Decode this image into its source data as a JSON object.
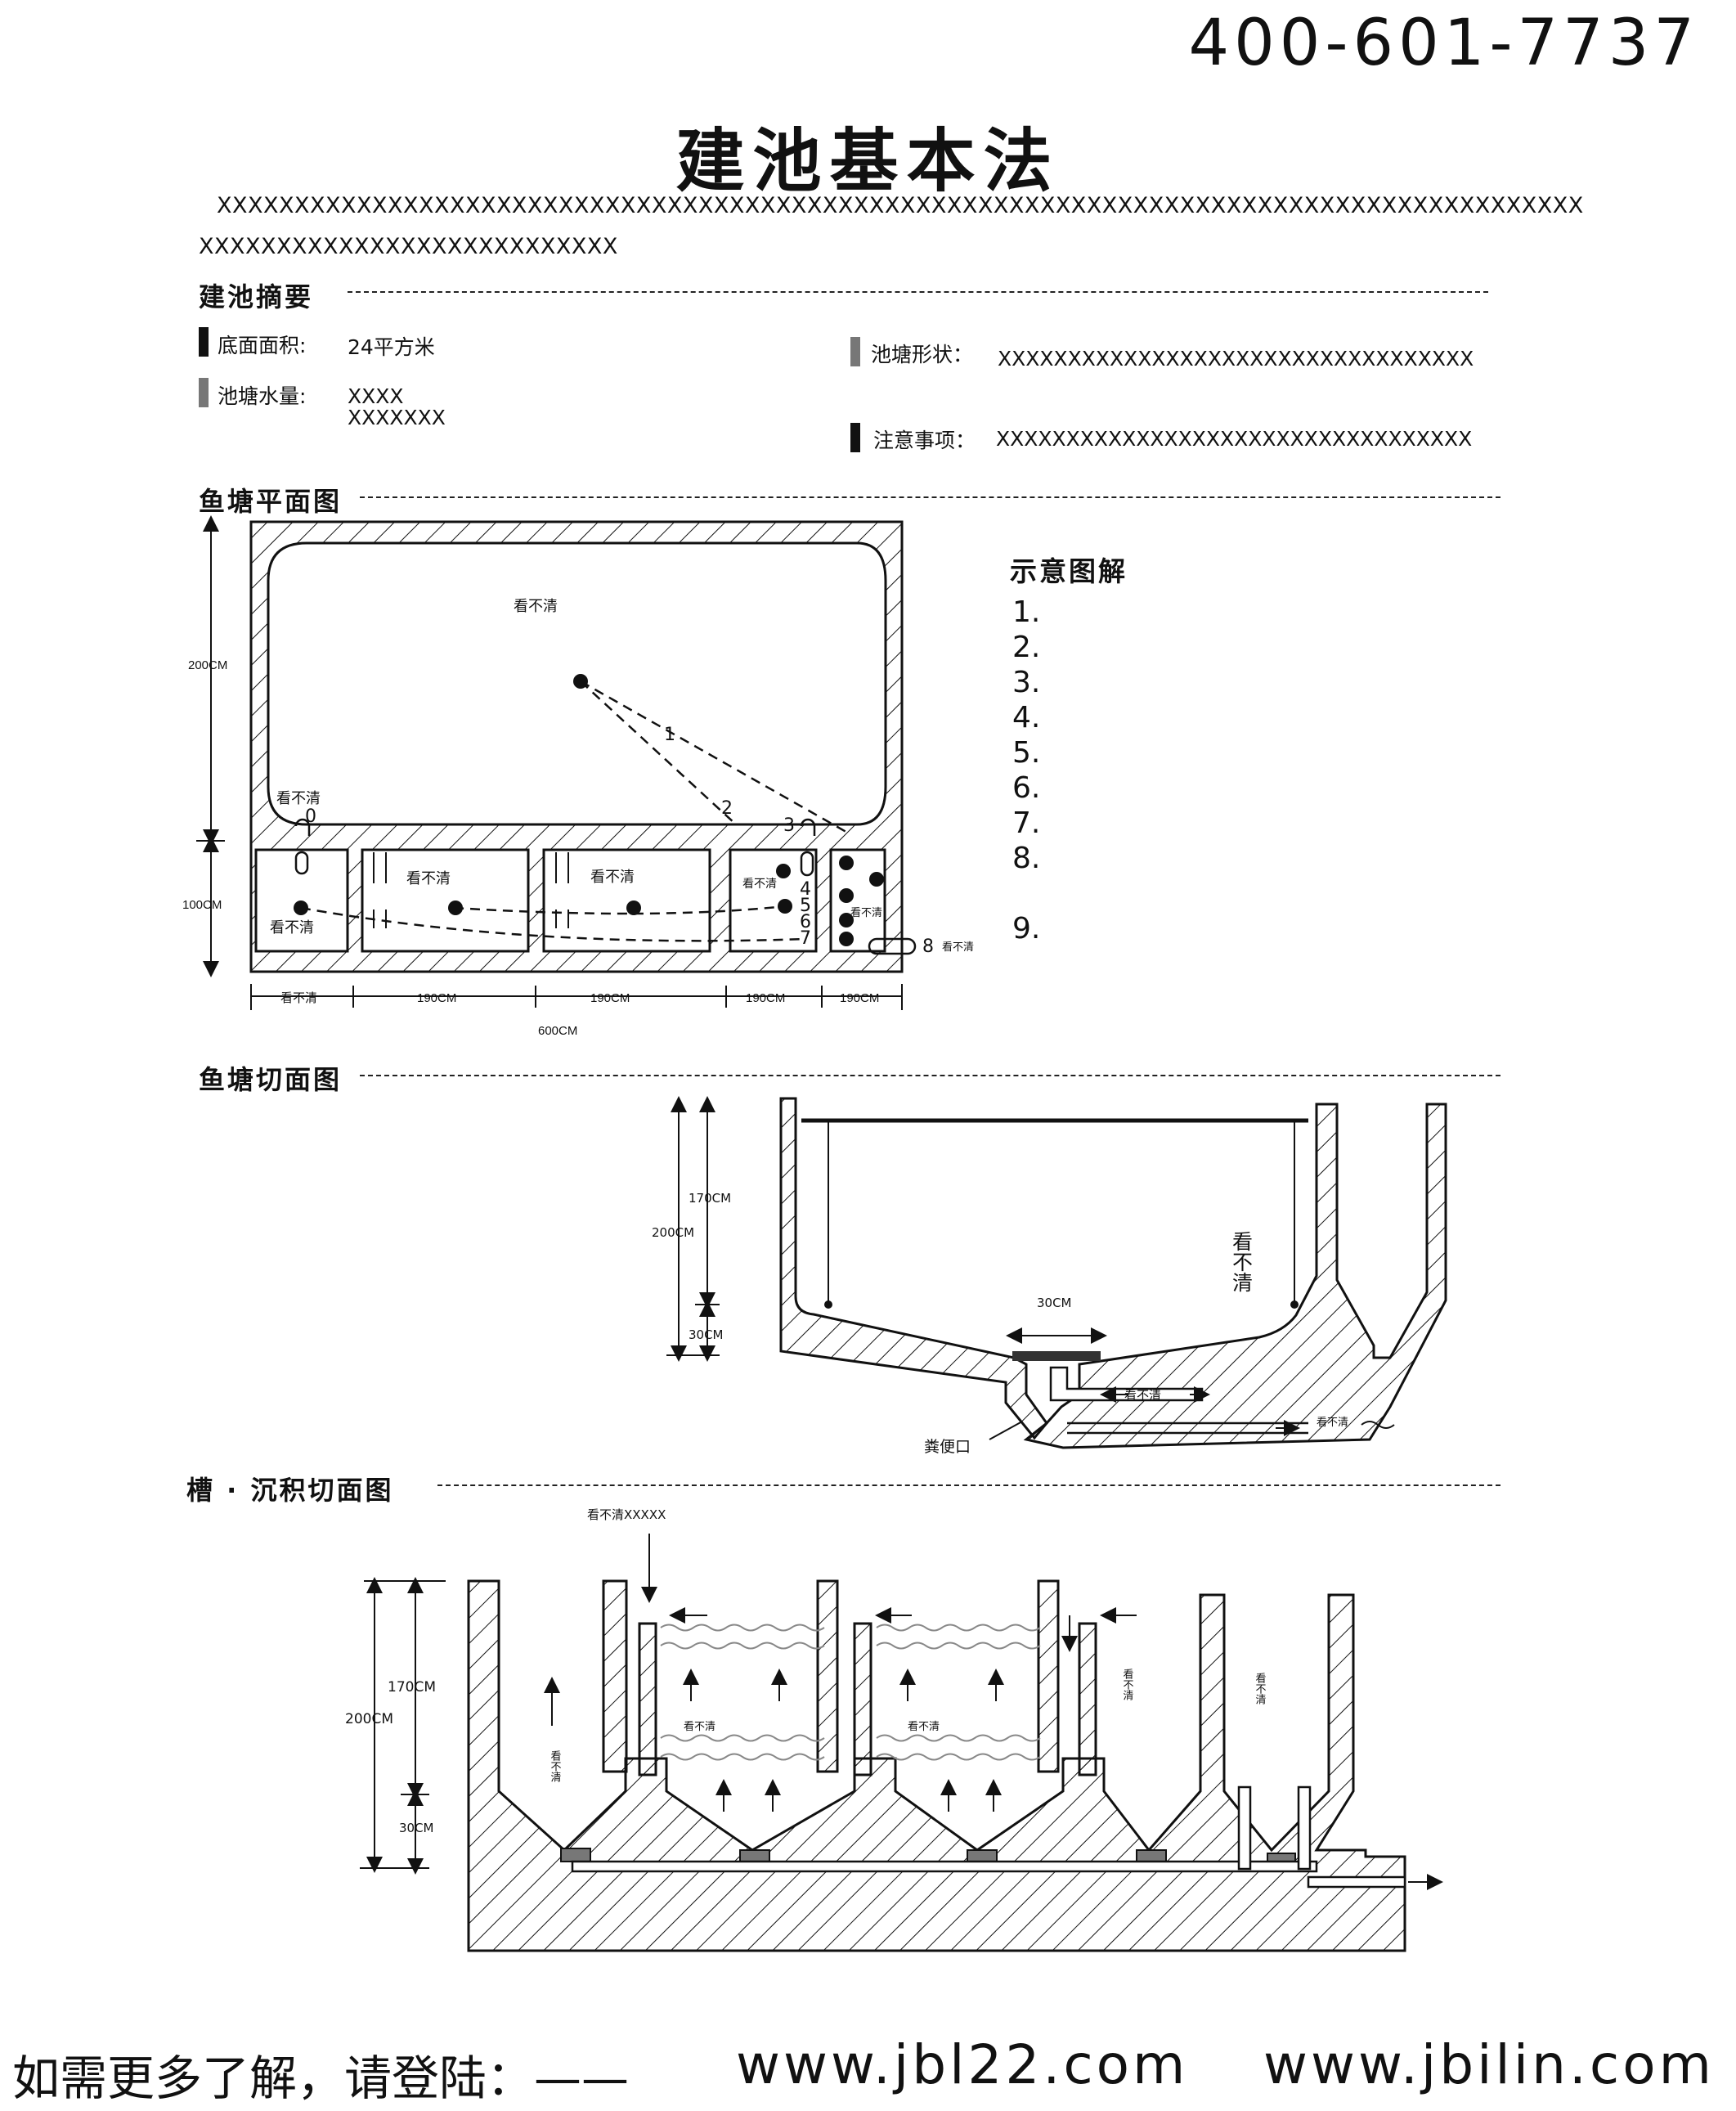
{
  "header": {
    "phone": "400-601-7737",
    "title": "建池基本法",
    "intro_line1": "XXXXXXXXXXXXXXXXXXXXXXXXXXXXXXXXXXXXXXXXXXXXXXXXXXXXXXXXXXXXXXXXXXXXXXXXXXXXXXXXXXXXXXXX",
    "intro_line2": "XXXXXXXXXXXXXXXXXXXXXXXXXXX"
  },
  "summary": {
    "heading": "建池摘要",
    "area_label": "底面面积:",
    "area_value": "24平方米",
    "volume_label": "池塘水量:",
    "volume_value_1": "XXXX",
    "volume_value_2": "XXXXXXX",
    "shape_label": "池塘形状：",
    "shape_value": "XXXXXXXXXXXXXXXXXXXXXXXXXXXXXXXXXX",
    "notes_label": "注意事项：",
    "notes_value": "XXXXXXXXXXXXXXXXXXXXXXXXXXXXXXXXXX"
  },
  "plan": {
    "heading": "鱼塘平面图",
    "unclear": "看不清",
    "dim_200": "200CM",
    "dim_100": "100CM",
    "dim_190a": "190CM",
    "dim_190b": "190CM",
    "dim_190c": "190CM",
    "dim_190d": "190CM",
    "dim_600": "600CM",
    "n0": "0",
    "n1": "1",
    "n2": "2",
    "n3": "3",
    "n4": "4",
    "n5": "5",
    "n6": "6",
    "n7": "7",
    "n8": "8"
  },
  "legend": {
    "title": "示意图解",
    "items": [
      "1.",
      "2.",
      "3.",
      "4.",
      "5.",
      "6.",
      "7.",
      "8.",
      "9."
    ]
  },
  "section": {
    "heading": "鱼塘切面图",
    "dim_200": "200CM",
    "dim_170": "170CM",
    "dim_30": "30CM",
    "dim_30b": "30CM",
    "unclear_v": "看不清",
    "unclear_pipe1": "看不清",
    "unclear_pipe2": "看不清",
    "drain_label": "粪便口"
  },
  "settle": {
    "heading": "槽 · 沉积切面图",
    "inlet_label": "看不清XXXXX",
    "dim_200": "200CM",
    "dim_170": "170CM",
    "dim_30": "30CM",
    "unclear": "看不清",
    "unclear_v": "看不清"
  },
  "footer": {
    "prompt": "如需更多了解，请登陆：——",
    "site1": "www.jbl22.com",
    "site2": "www.jbilin.com"
  }
}
